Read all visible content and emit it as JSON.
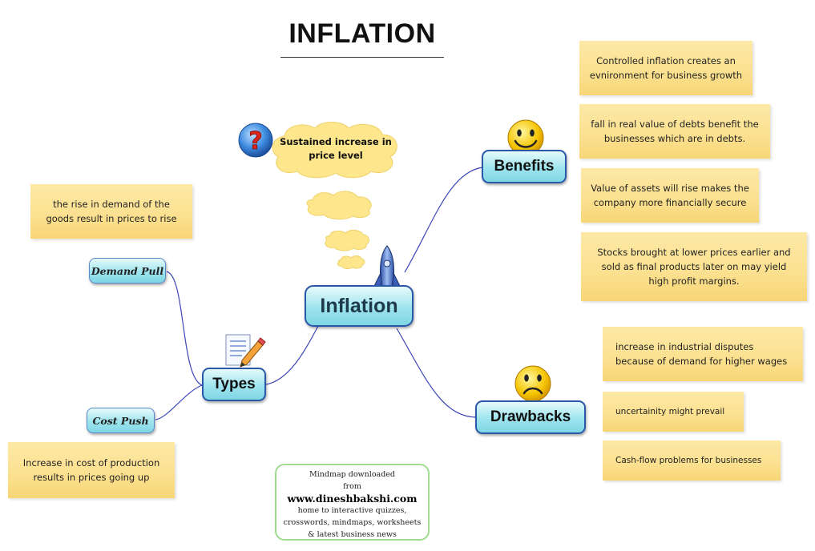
{
  "title": "INFLATION",
  "central_node": "Inflation",
  "definition_cloud": "Sustained increase in price level",
  "branches": {
    "types": {
      "label": "Types",
      "demand_pull": {
        "label": "Demand Pull",
        "note": "the rise in demand of the goods result in prices to rise"
      },
      "cost_push": {
        "label": "Cost Push",
        "note": "Increase in cost of production results in prices going up"
      }
    },
    "benefits": {
      "label": "Benefits",
      "notes": [
        "Controlled inflation creates an evnironment for business growth",
        "fall in real value of debts benefit the businesses which are in debts.",
        "Value of assets will rise makes the company more financially secure",
        "Stocks brought at lower prices earlier and sold as final products later on may yield high profit margins."
      ]
    },
    "drawbacks": {
      "label": "Drawbacks",
      "notes": [
        "increase in industrial disputes because of demand for higher wages",
        "uncertainity might prevail",
        "Cash-flow problems for businesses"
      ]
    }
  },
  "footer": {
    "line1": "Mindmap downloaded",
    "line2": "from",
    "site": "www.dineshbakshi.com",
    "line3": "home to interactive quizzes,",
    "line4": "crosswords, mindmaps, worksheets",
    "line5": "& latest business news"
  },
  "colors": {
    "connector": "#3c46b8",
    "node_border": "#2a58a8",
    "note_fill": "#fbe08f",
    "cloud_fill": "#fde68c",
    "footer_border": "#9fdc8f"
  },
  "icons": [
    "question-icon",
    "rocket-icon",
    "happy-face-icon",
    "sad-face-icon",
    "document-pencil-icon"
  ]
}
